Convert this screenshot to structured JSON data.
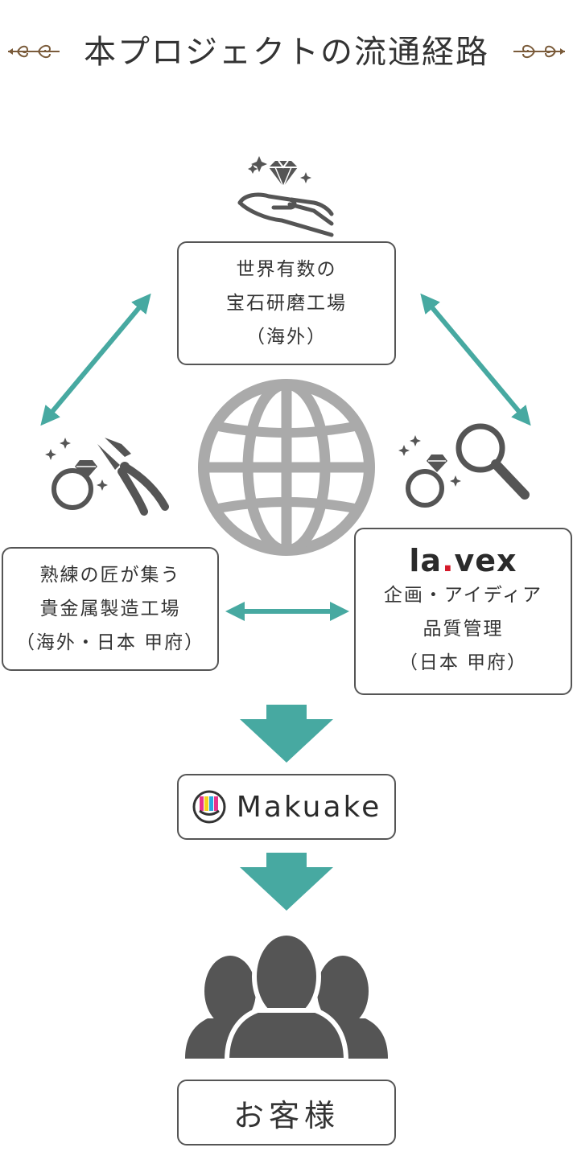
{
  "title": "本プロジェクトの流通経路",
  "colors": {
    "teal": "#47a9a1",
    "dark": "#555555",
    "gray": "#aaaaaa",
    "red": "#d51a2a"
  },
  "nodes": {
    "polishing_factory": {
      "lines": [
        "世界有数の",
        "宝石研磨工場",
        "（海外）"
      ]
    },
    "metal_factory": {
      "lines": [
        "熟練の匠が集う",
        "貴金属製造工場",
        "（海外・日本 甲府）"
      ]
    },
    "lavex": {
      "brand_a": "la",
      "brand_dot": ".",
      "brand_b": "vex",
      "lines": [
        "企画・アイディア",
        "品質管理",
        "（日本 甲府）"
      ]
    },
    "makuake": {
      "label": "Makuake"
    },
    "customers": {
      "label": "お客様"
    }
  },
  "icons": [
    "ornament-left-icon",
    "ornament-right-icon",
    "hand-diamond-icon",
    "ring-pliers-icon",
    "globe-icon",
    "ring-magnifier-icon",
    "makuake-logo-icon",
    "people-icon"
  ]
}
